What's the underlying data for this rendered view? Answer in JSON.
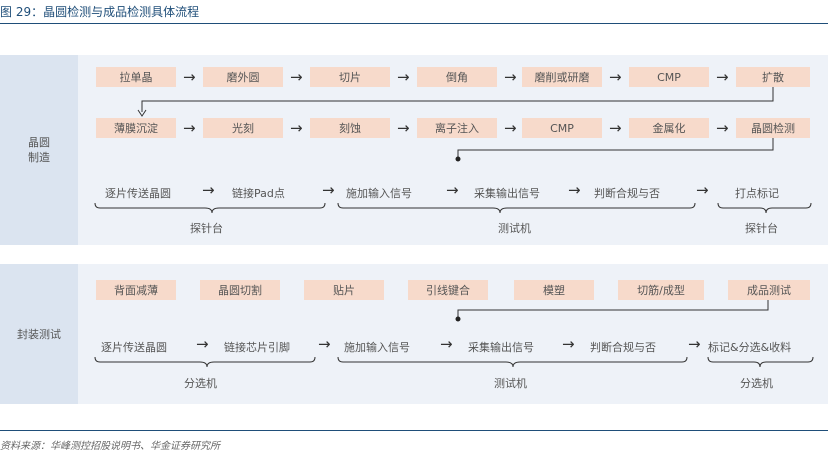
{
  "title": "图 29：晶圆检测与成品检测具体流程",
  "source": "资料来源：华峰测控招股说明书、华金证券研究所",
  "sections": {
    "wafer_label": "晶圆\n制造",
    "package_label": "封装测试"
  },
  "wafer_row1": [
    "拉单晶",
    "磨外圆",
    "切片",
    "倒角",
    "磨削或研磨",
    "CMP",
    "扩散"
  ],
  "wafer_row2": [
    "薄膜沉淀",
    "光刻",
    "刻蚀",
    "离子注入",
    "CMP",
    "金属化",
    "晶圆检测"
  ],
  "wafer_test": [
    "逐片传送晶圆",
    "链接Pad点",
    "施加输入信号",
    "采集输出信号",
    "判断合规与否",
    "打点标记"
  ],
  "wafer_groups": [
    "探针台",
    "测试机",
    "探针台"
  ],
  "package_row": [
    "背面减薄",
    "晶圆切割",
    "贴片",
    "引线键合",
    "模塑",
    "切筋/成型",
    "成品测试"
  ],
  "package_test": [
    "逐片传送晶圆",
    "链接芯片引脚",
    "施加输入信号",
    "采集输出信号",
    "判断合规与否",
    "标记&分选&收料"
  ],
  "package_groups": [
    "分选机",
    "测试机",
    "分选机"
  ],
  "arrow_glyph": "→",
  "colors": {
    "box": "#f7dacb",
    "panel": "#eef2f8",
    "side": "#dbe4f0",
    "accent": "#1f4e79"
  }
}
